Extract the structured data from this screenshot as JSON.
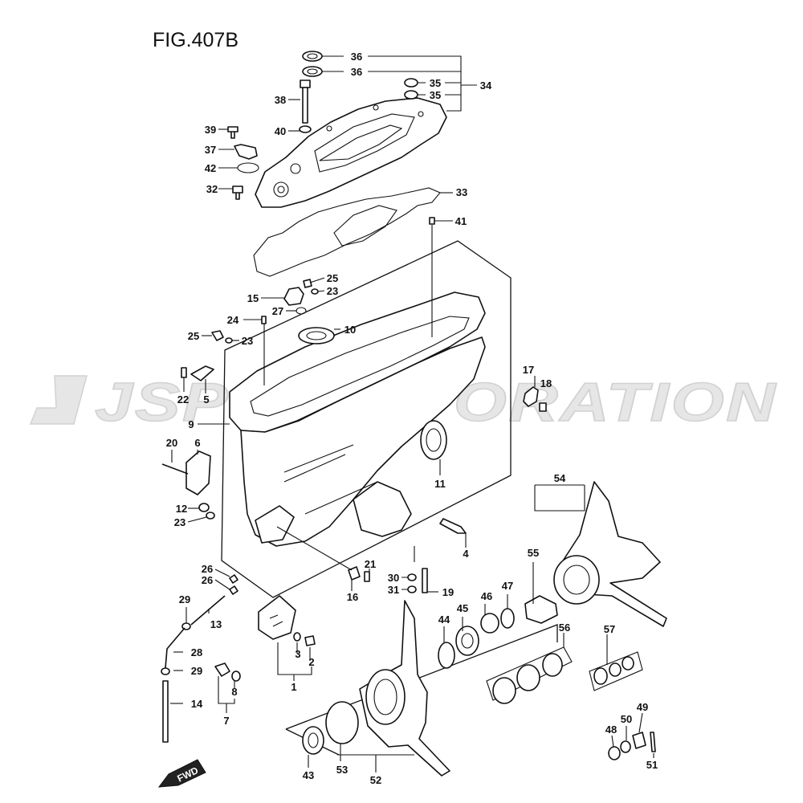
{
  "figure": {
    "title": "FIG.407B"
  },
  "watermark": {
    "text": "JSP CORPORATION"
  },
  "fwd_marker": {
    "label": "FWD"
  },
  "callouts": [
    {
      "id": "c36a",
      "label": "36"
    },
    {
      "id": "c36b",
      "label": "36"
    },
    {
      "id": "c35a",
      "label": "35"
    },
    {
      "id": "c35b",
      "label": "35"
    },
    {
      "id": "c34",
      "label": "34"
    },
    {
      "id": "c38",
      "label": "38"
    },
    {
      "id": "c39",
      "label": "39"
    },
    {
      "id": "c40",
      "label": "40"
    },
    {
      "id": "c37",
      "label": "37"
    },
    {
      "id": "c42",
      "label": "42"
    },
    {
      "id": "c32",
      "label": "32"
    },
    {
      "id": "c33",
      "label": "33"
    },
    {
      "id": "c41",
      "label": "41"
    },
    {
      "id": "c25a",
      "label": "25"
    },
    {
      "id": "c23a",
      "label": "23"
    },
    {
      "id": "c15",
      "label": "15"
    },
    {
      "id": "c27",
      "label": "27"
    },
    {
      "id": "c24",
      "label": "24"
    },
    {
      "id": "c10",
      "label": "10"
    },
    {
      "id": "c25b",
      "label": "25"
    },
    {
      "id": "c23b",
      "label": "23"
    },
    {
      "id": "c22",
      "label": "22"
    },
    {
      "id": "c5",
      "label": "5"
    },
    {
      "id": "c9",
      "label": "9"
    },
    {
      "id": "c17",
      "label": "17"
    },
    {
      "id": "c18",
      "label": "18"
    },
    {
      "id": "c20",
      "label": "20"
    },
    {
      "id": "c6",
      "label": "6"
    },
    {
      "id": "c11",
      "label": "11"
    },
    {
      "id": "c54",
      "label": "54"
    },
    {
      "id": "c12",
      "label": "12"
    },
    {
      "id": "c23c",
      "label": "23"
    },
    {
      "id": "c4",
      "label": "4"
    },
    {
      "id": "c55",
      "label": "55"
    },
    {
      "id": "c21",
      "label": "21"
    },
    {
      "id": "c26a",
      "label": "26"
    },
    {
      "id": "c26b",
      "label": "26"
    },
    {
      "id": "c16",
      "label": "16"
    },
    {
      "id": "c30",
      "label": "30"
    },
    {
      "id": "c31",
      "label": "31"
    },
    {
      "id": "c19",
      "label": "19"
    },
    {
      "id": "c47",
      "label": "47"
    },
    {
      "id": "c29a",
      "label": "29"
    },
    {
      "id": "c13",
      "label": "13"
    },
    {
      "id": "c45",
      "label": "45"
    },
    {
      "id": "c46",
      "label": "46"
    },
    {
      "id": "c44",
      "label": "44"
    },
    {
      "id": "c56",
      "label": "56"
    },
    {
      "id": "c57",
      "label": "57"
    },
    {
      "id": "c28",
      "label": "28"
    },
    {
      "id": "c3",
      "label": "3"
    },
    {
      "id": "c2",
      "label": "2"
    },
    {
      "id": "c29b",
      "label": "29"
    },
    {
      "id": "c8",
      "label": "8"
    },
    {
      "id": "c1",
      "label": "1"
    },
    {
      "id": "c14",
      "label": "14"
    },
    {
      "id": "c7",
      "label": "7"
    },
    {
      "id": "c49",
      "label": "49"
    },
    {
      "id": "c50",
      "label": "50"
    },
    {
      "id": "c48",
      "label": "48"
    },
    {
      "id": "c51",
      "label": "51"
    },
    {
      "id": "c43",
      "label": "43"
    },
    {
      "id": "c53",
      "label": "53"
    },
    {
      "id": "c52",
      "label": "52"
    }
  ]
}
